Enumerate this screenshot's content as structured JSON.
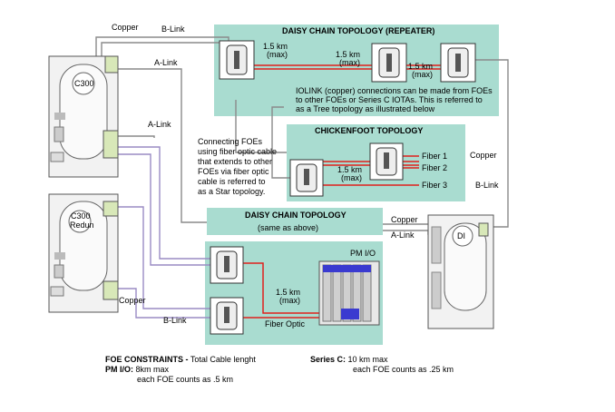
{
  "colors": {
    "panel": "#a9dcd0",
    "fiber": "#e0201c",
    "copper": "#8a8a8a",
    "blink": "#9a8cc4",
    "device_blue": "#3a3ad0"
  },
  "topologies": {
    "daisy_repeater": {
      "title": "DAISY CHAIN TOPOLOGY  (REPEATER)",
      "dist1": "1.5 km",
      "max1": "(max)",
      "dist2": "1.5 km",
      "max2": "(max)",
      "dist3": "1.5 km",
      "max3": "(max)",
      "note_lines": [
        "IOLINK (copper) connections can be made from FOEs",
        "to other FOEs or Series C IOTAs. This is referred to",
        "as a Tree topology as illustrated below"
      ]
    },
    "chickenfoot": {
      "title": "CHICKENFOOT TOPOLOGY",
      "dist": "1.5 km",
      "max": "(max)",
      "fibers": [
        "Fiber 1",
        "Fiber 2",
        "Fiber 3"
      ]
    },
    "star_note": [
      "Connecting FOEs",
      "using fiber optic cable",
      "that extends to other",
      "FOEs via fiber optic",
      "cable is referred to",
      "as a Star topology."
    ],
    "daisy_same": {
      "title": "DAISY CHAIN TOPOLOGY",
      "subtitle": "(same as above)"
    },
    "pm_io": {
      "title": "PM I/O",
      "dist": "1.5 km",
      "max": "(max)",
      "fiber_label": "Fiber Optic"
    }
  },
  "devices": {
    "c300_top": "C300",
    "c300_bottom_line1": "C300",
    "c300_bottom_line2": "Redun",
    "di": "DI"
  },
  "links": {
    "copper_top": "Copper",
    "blink_top": "B-Link",
    "alink_top": "A-Link",
    "alink_mid": "A-Link",
    "copper_right": "Copper",
    "blink_right": "B-Link",
    "copper_mid": "Copper",
    "alink_right": "A-Link",
    "copper_bottom": "Copper",
    "blink_bottom": "B-Link"
  },
  "footer": {
    "constraints_label": "FOE CONSTRAINTS -",
    "constraints_text": " Total Cable lenght",
    "pm_label": "PM I/O:",
    "pm_value": " 8km max",
    "pm_each": "each FOE counts as .5 km",
    "series_label": "Series C:",
    "series_value": " 10 km max",
    "series_each": "each FOE counts as .25 km"
  }
}
